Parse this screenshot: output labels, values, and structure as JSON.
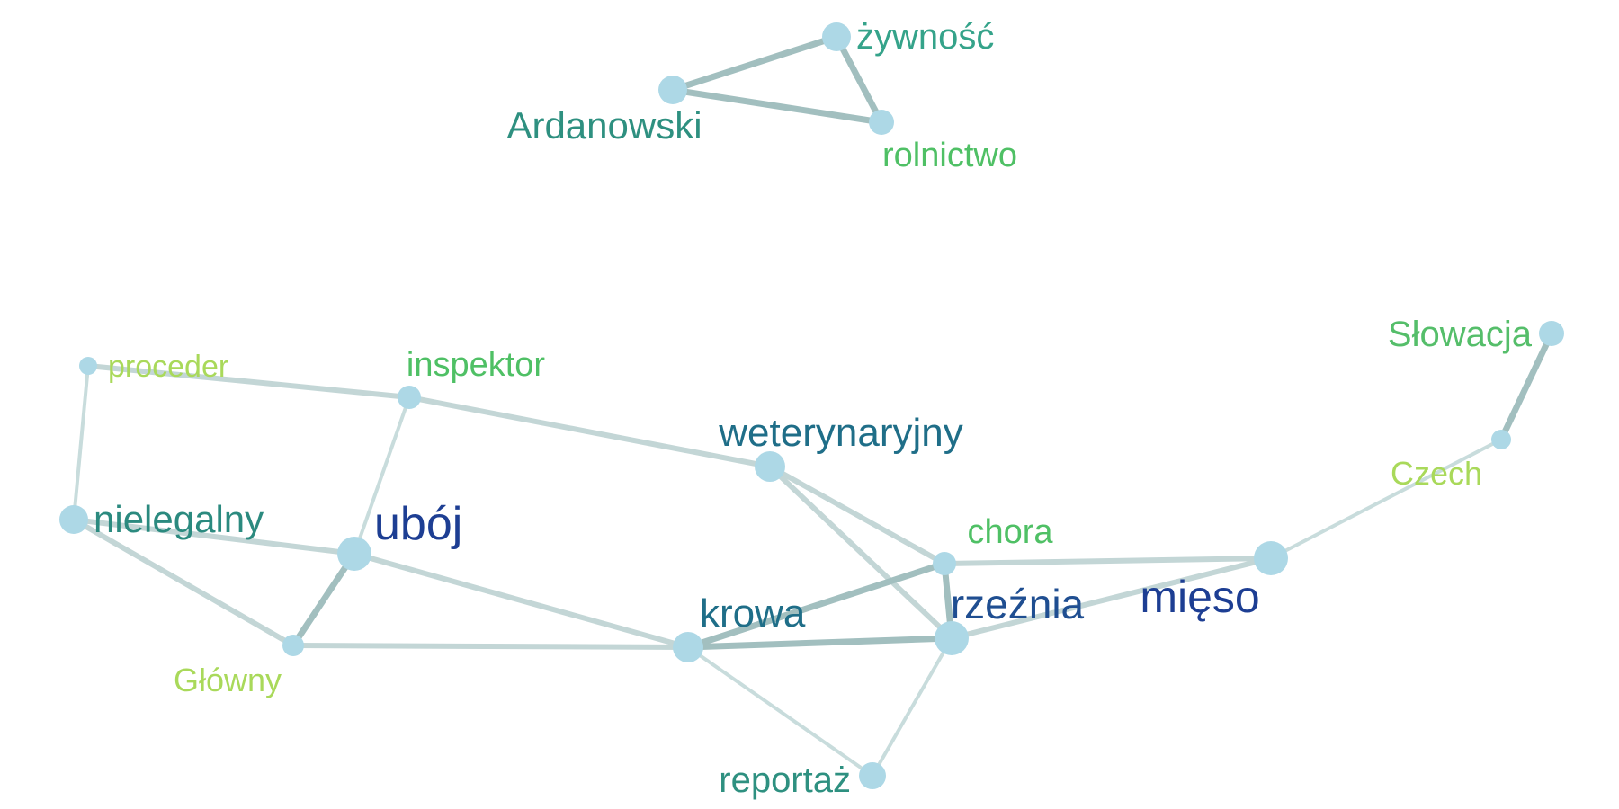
{
  "colors": {
    "background": "#ffffff",
    "node_fill": "#add8e6"
  },
  "graph": {
    "nodes": [
      {
        "id": "zywnosc",
        "label": "żywność",
        "color": "#35a38a"
      },
      {
        "id": "ardanowski",
        "label": "Ardanowski",
        "color": "#2e9080"
      },
      {
        "id": "rolnictwo",
        "label": "rolnictwo",
        "color": "#4fc065"
      },
      {
        "id": "slowacja",
        "label": "Słowacja",
        "color": "#55be6a"
      },
      {
        "id": "czech",
        "label": "Czech",
        "color": "#a9d95a"
      },
      {
        "id": "proceder",
        "label": "proceder",
        "color": "#a9d95a"
      },
      {
        "id": "inspektor",
        "label": "inspektor",
        "color": "#4fc065"
      },
      {
        "id": "weterynaryjny",
        "label": "weterynaryjny",
        "color": "#1f6e88"
      },
      {
        "id": "nielegalny",
        "label": "nielegalny",
        "color": "#2b8a7f"
      },
      {
        "id": "uboj",
        "label": "ubój",
        "color": "#1d3e93"
      },
      {
        "id": "chora",
        "label": "chora",
        "color": "#4fc065"
      },
      {
        "id": "mieso",
        "label": "mięso",
        "color": "#1d3e93"
      },
      {
        "id": "krowa",
        "label": "krowa",
        "color": "#1f6e88"
      },
      {
        "id": "rzeznia",
        "label": "rzeźnia",
        "color": "#1f4e91"
      },
      {
        "id": "glowny",
        "label": "Główny",
        "color": "#a9d95a"
      },
      {
        "id": "reportaz",
        "label": "reportaż",
        "color": "#2e9080"
      }
    ],
    "edges": [
      {
        "source": "ardanowski",
        "target": "zywnosc",
        "weight": 3
      },
      {
        "source": "ardanowski",
        "target": "rolnictwo",
        "weight": 3
      },
      {
        "source": "zywnosc",
        "target": "rolnictwo",
        "weight": 3
      },
      {
        "source": "slowacja",
        "target": "czech",
        "weight": 3
      },
      {
        "source": "czech",
        "target": "mieso",
        "weight": 1
      },
      {
        "source": "proceder",
        "target": "inspektor",
        "weight": 2
      },
      {
        "source": "proceder",
        "target": "nielegalny",
        "weight": 1
      },
      {
        "source": "inspektor",
        "target": "weterynaryjny",
        "weight": 2
      },
      {
        "source": "inspektor",
        "target": "uboj",
        "weight": 1
      },
      {
        "source": "nielegalny",
        "target": "uboj",
        "weight": 2
      },
      {
        "source": "nielegalny",
        "target": "glowny",
        "weight": 2
      },
      {
        "source": "uboj",
        "target": "glowny",
        "weight": 3
      },
      {
        "source": "uboj",
        "target": "krowa",
        "weight": 2
      },
      {
        "source": "weterynaryjny",
        "target": "chora",
        "weight": 2
      },
      {
        "source": "weterynaryjny",
        "target": "rzeznia",
        "weight": 2
      },
      {
        "source": "chora",
        "target": "mieso",
        "weight": 2
      },
      {
        "source": "chora",
        "target": "krowa",
        "weight": 3
      },
      {
        "source": "chora",
        "target": "rzeznia",
        "weight": 3
      },
      {
        "source": "mieso",
        "target": "rzeznia",
        "weight": 2
      },
      {
        "source": "krowa",
        "target": "rzeznia",
        "weight": 3
      },
      {
        "source": "krowa",
        "target": "glowny",
        "weight": 2
      },
      {
        "source": "krowa",
        "target": "reportaz",
        "weight": 1
      },
      {
        "source": "rzeznia",
        "target": "reportaz",
        "weight": 1
      }
    ]
  }
}
